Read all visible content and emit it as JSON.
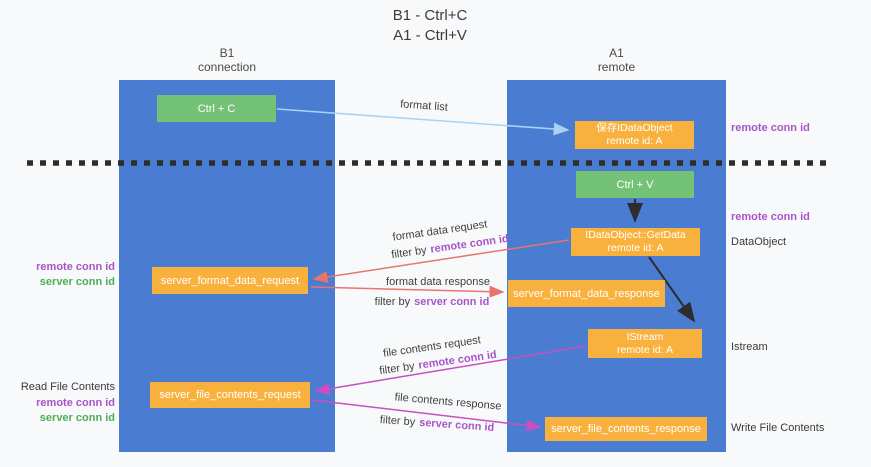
{
  "title": {
    "line1": "B1 - Ctrl+C",
    "line2": "A1 - Ctrl+V"
  },
  "columns": {
    "left": {
      "name": "B1",
      "role": "connection"
    },
    "right": {
      "name": "A1",
      "role": "remote"
    }
  },
  "nodes": {
    "ctrl_c": {
      "label": "Ctrl + C"
    },
    "save_dataobject": {
      "line1": "保存IDataObject",
      "line2": "remote id: A"
    },
    "ctrl_v": {
      "label": "Ctrl + V"
    },
    "getdata": {
      "line1": "IDataObject::GetData",
      "line2": "remote id: A"
    },
    "istream": {
      "line1": "IStream",
      "line2": "remote id: A"
    },
    "format_request": {
      "label": "server_format_data_request"
    },
    "format_response": {
      "label": "server_format_data_response"
    },
    "file_request": {
      "label": "server_file_contents_request"
    },
    "file_response": {
      "label": "server_file_contents_response"
    }
  },
  "edge_labels": {
    "format_list": "format list",
    "format_data_request": "format data request",
    "format_data_response": "format data response",
    "file_contents_request": "file contents request",
    "file_contents_response": "file contents response",
    "filter_by": "filter by",
    "remote_conn_id": "remote conn id",
    "server_conn_id": "server conn id"
  },
  "side_labels": {
    "left": {
      "remote_conn_id": "remote conn id",
      "server_conn_id": "server conn id",
      "read_file_contents": "Read File Contents"
    },
    "right": {
      "remote_conn_id_top": "remote conn id",
      "remote_conn_id_mid": "remote conn id",
      "dataobject": "DataObject",
      "istream": "Istream",
      "write_file_contents": "Write File Contents"
    }
  },
  "colors": {
    "column_blue": "#4a7dd2",
    "node_orange": "#f9b13e",
    "node_green": "#74c275",
    "arrow_light_blue": "#a9d2f2",
    "arrow_salmon": "#e8756d",
    "arrow_magenta": "#c94fc2",
    "arrow_black": "#2d2d2d",
    "label_purple": "#a855c8",
    "label_green": "#4fae55"
  }
}
